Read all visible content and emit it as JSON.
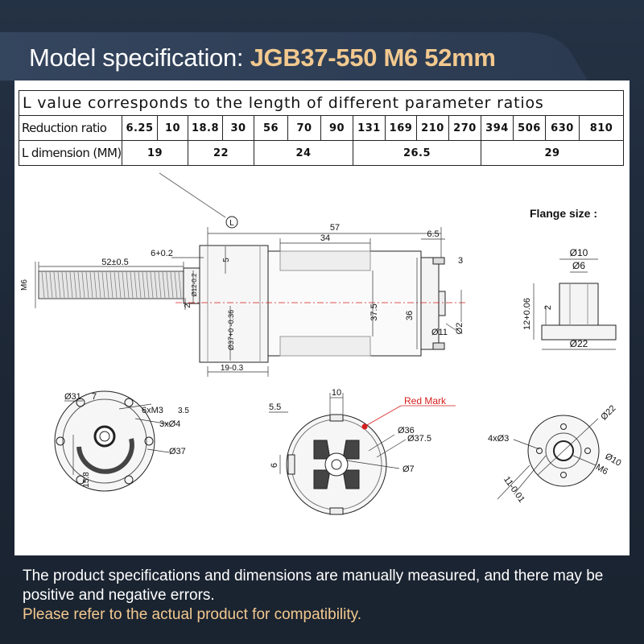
{
  "header": {
    "title_prefix": "Model specification: ",
    "model": "JGB37-550 M6 52mm"
  },
  "table": {
    "description": "L value corresponds to the length of different parameter ratios",
    "ratio_label": "Reduction ratio",
    "l_label": "L dimension (MM)",
    "ratios": [
      "6.25",
      "10",
      "18.8",
      "30",
      "56",
      "70",
      "90",
      "131",
      "169",
      "210",
      "270",
      "394",
      "506",
      "630",
      "810"
    ],
    "l_groups": [
      {
        "value": "19",
        "span": 2
      },
      {
        "value": "22",
        "span": 2
      },
      {
        "value": "24",
        "span": 3
      },
      {
        "value": "26.5",
        "span": 4
      },
      {
        "value": "29",
        "span": 4
      }
    ]
  },
  "drawing": {
    "L_marker": "L",
    "flange_title": "Flange size :",
    "side": {
      "dim_57": "57",
      "dim_34": "34",
      "dim_6_5": "6.5",
      "dim_6_0_2": "6+0.2",
      "dim_52": "52±0.5",
      "dim_5": "5",
      "dim_12": "Ø12-0.2",
      "dim_2": "2",
      "dim_37_36": "Ø37+0 -0.36",
      "dim_37_5": "37.5",
      "dim_36": "36",
      "dim_11": "Ø11",
      "dim_o2": "Ø2",
      "dim_3": "3",
      "dim_19": "19-0.3",
      "m6": "M6"
    },
    "flange": {
      "d10": "Ø10",
      "d6": "Ø6",
      "d12": "12+0.06",
      "d2": "2",
      "d22": "Ø22"
    },
    "front": {
      "d31": "Ø31",
      "d7": "7",
      "m3": "6xM3",
      "m3_depth": "3.5",
      "d4": "3xØ4",
      "d37": "Ø37",
      "d15_8": "15.8"
    },
    "rear": {
      "red_mark": "Red Mark",
      "d10": "10",
      "d5_5": "5.5",
      "d36": "Ø36",
      "d37_5": "Ø37.5",
      "d6": "6",
      "d7": "Ø7"
    },
    "hub": {
      "d22": "Ø22",
      "d3": "4xØ3",
      "d10": "Ø10",
      "m6": "M6",
      "d11": "11-0.01"
    }
  },
  "footer": {
    "line1": "The product specifications and dimensions are manually measured, and there may be positive and negative errors.",
    "line2": "Please refer to the actual product for compatibility."
  },
  "colors": {
    "accent": "#f3c98f",
    "background": "#1f2a3a",
    "red_mark": "#d81e1e"
  }
}
